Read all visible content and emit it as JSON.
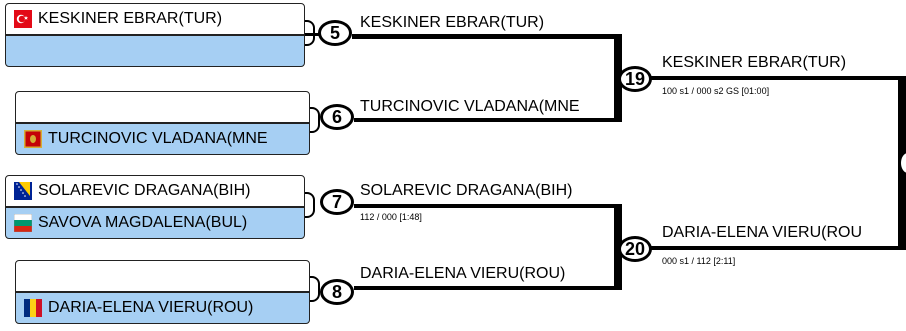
{
  "pools": {
    "upper": {
      "match5": {
        "number": "5",
        "top": {
          "name": "KESKINER EBRAR(TUR)",
          "flag": "TUR"
        },
        "bottom": {
          "name": "",
          "flag": ""
        },
        "winner": "KESKINER EBRAR(TUR)"
      },
      "match6": {
        "number": "6",
        "top": {
          "name": "",
          "flag": ""
        },
        "bottom": {
          "name": "TURCINOVIC VLADANA(MNE",
          "flag": "MNE"
        },
        "winner": "TURCINOVIC VLADANA(MNE"
      },
      "match19": {
        "number": "19",
        "winner": "KESKINER EBRAR(TUR)",
        "score": "100 s1 / 000 s2  GS [01:00]"
      }
    },
    "lower": {
      "match7": {
        "number": "7",
        "top": {
          "name": "SOLAREVIC DRAGANA(BIH)",
          "flag": "BIH"
        },
        "bottom": {
          "name": "SAVOVA MAGDALENA(BUL)",
          "flag": "BUL"
        },
        "winner": "SOLAREVIC DRAGANA(BIH)",
        "score": "112 / 000 [1:48]"
      },
      "match8": {
        "number": "8",
        "top": {
          "name": "",
          "flag": ""
        },
        "bottom": {
          "name": "DARIA-ELENA VIERU(ROU)",
          "flag": "ROU"
        },
        "winner": "DARIA-ELENA VIERU(ROU)"
      },
      "match20": {
        "number": "20",
        "winner": "DARIA-ELENA VIERU(ROU",
        "score": "000 s1 / 112 [2:11]"
      }
    }
  },
  "colors": {
    "blue_box": "#a6cff3",
    "line": "#000000",
    "flag_tur": "#e30a17",
    "flag_mne": "#c40308",
    "flag_bih": "#002395",
    "flag_bul_green": "#00966e",
    "flag_bul_red": "#d62612",
    "flag_rou_blue": "#002b7f",
    "flag_rou_yellow": "#fcd116",
    "flag_rou_red": "#ce1126"
  }
}
